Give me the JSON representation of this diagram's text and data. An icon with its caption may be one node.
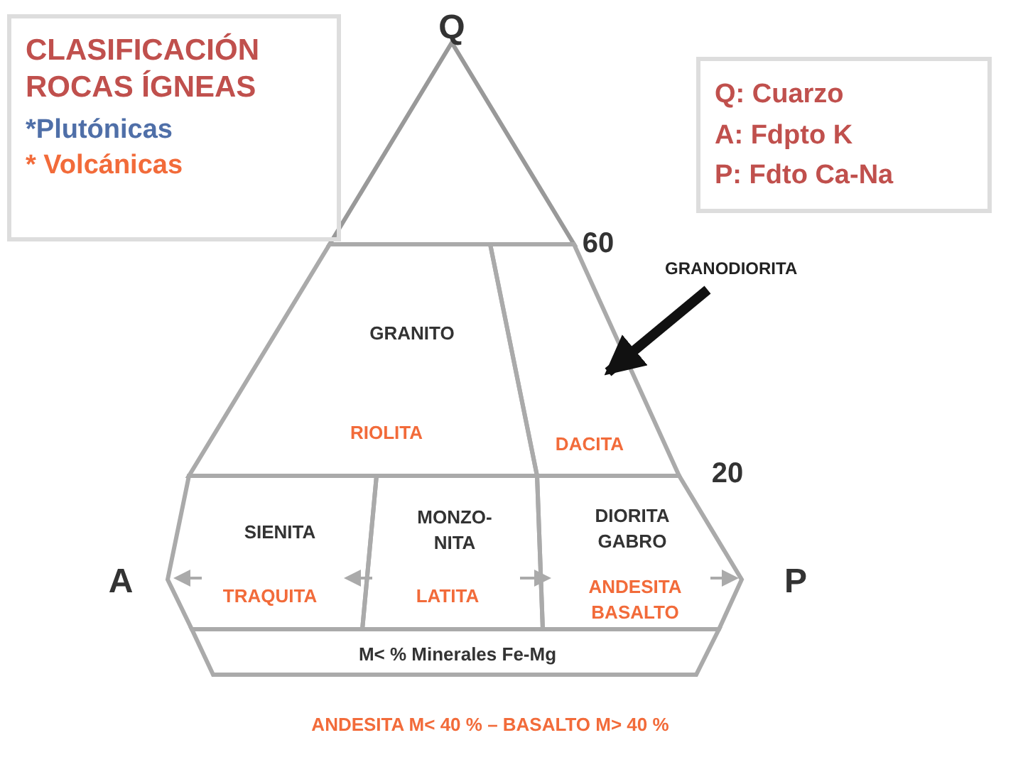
{
  "diagram": {
    "nodes": [
      {
        "text": [
          "CLASIFICACIÓN ROCAS ÍGNEAS",
          "*Plutónicas",
          "* Volcánicas"
        ]
      },
      {
        "text": [
          "Q: Cuarzo",
          "A: Fdpto K",
          "P: Fdto Ca-Na"
        ]
      },
      {
        "text": [
          "GRANITO",
          "RIOLITA"
        ]
      },
      {
        "text": [
          "DACITA"
        ]
      },
      {
        "text": [
          "GRANODIORITA"
        ]
      },
      {
        "text": [
          "SIENITA",
          "TRAQUITA"
        ]
      },
      {
        "text": [
          "MONZO- NITA",
          "LATITA"
        ]
      },
      {
        "text": [
          "DIORITA GABRO",
          "ANDESITA BASALTO"
        ]
      },
      {
        "text": [
          "M< % Minerales Fe-Mg"
        ]
      }
    ],
    "edges": [
      {
        "from": 4,
        "to": 3,
        "arrow": "to"
      }
    ],
    "labels": [
      "Q",
      "60",
      "20",
      "A",
      "P",
      "ANDESITA M< 40 % – BASALTO M> 40 %"
    ]
  }
}
